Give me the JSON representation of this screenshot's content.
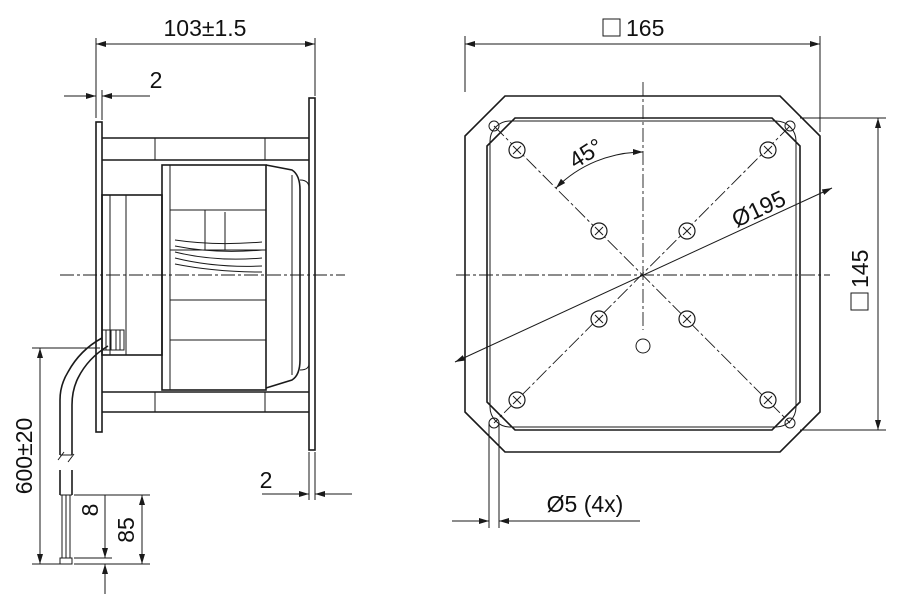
{
  "dimensions": {
    "depth": "103±1.5",
    "flange_left": "2",
    "flange_right": "2",
    "cable_length": "600±20",
    "wire_strip": "8",
    "sheath_strip": "85",
    "square_outer": "165",
    "square_holes": "145",
    "angle": "45°",
    "diameter": "Ø195",
    "holes": "Ø5 (4x)"
  },
  "colors": {
    "line": "#1a1a1a",
    "text": "#111111",
    "background": "#ffffff"
  },
  "symbols": {
    "square": "square-symbol"
  }
}
